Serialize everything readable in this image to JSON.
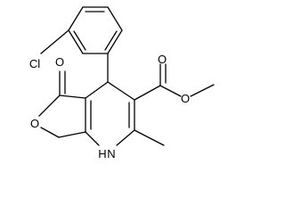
{
  "molecule": {
    "atom_labels": {
      "chlorine": "Cl",
      "ketone_oxygen": "O",
      "ring_oxygen": "O",
      "ester_carbonyl_oxygen": "O",
      "ester_ether_oxygen": "O",
      "amine": "H",
      "amine_n": "N"
    },
    "colors": {
      "bond": "#000000",
      "label": "#000000",
      "background": "#ffffff"
    }
  }
}
